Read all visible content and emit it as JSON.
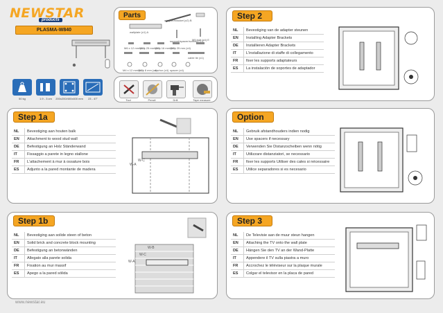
{
  "brand": {
    "name": "NEWSTAR",
    "sub": "products",
    "model": "PLASMA-W840"
  },
  "parts": {
    "title": "Parts",
    "items": [
      "wallplate (x1) A",
      "adapter/bracket (x2) B",
      "cap (x2)",
      "bolt (x4) D",
      "support/spacer/screw(x?) C",
      "M5 bolt (x4) E",
      "M6 x 12 mm (x4)",
      "M6 x 25 mm (x4)",
      "M8 x 16 mm (x4)",
      "M8 x 25 mm (x4)",
      "cable tie (x1)",
      "M4 x 12 mm (x4)",
      "M6 x 8 mm (x4)",
      "anchor (x4)",
      "spacer (x4)",
      "washer (x4)",
      "washer (x4)",
      "screw (x4)"
    ]
  },
  "specs": [
    {
      "icon": "weight-icon",
      "label": "50 kg"
    },
    {
      "icon": "distance-icon",
      "label": "1.9 - 3 cm"
    },
    {
      "icon": "vesa-icon",
      "label": "200x200/400x400 mm"
    },
    {
      "icon": "screen-size-icon",
      "label": "23 - 47\""
    }
  ],
  "tools": [
    {
      "icon": "tool-icon",
      "label": "Tool"
    },
    {
      "icon": "pencil-icon",
      "label": "Pencil"
    },
    {
      "icon": "drill-icon",
      "label": "Drill"
    },
    {
      "icon": "tape-measure-icon",
      "label": "Tape measure"
    }
  ],
  "step2": {
    "title": "Step 2",
    "rows": [
      {
        "code": "NL",
        "text": "Bevestiging van de adapter steunen"
      },
      {
        "code": "EN",
        "text": "Installing Adapter Brackets"
      },
      {
        "code": "DE",
        "text": "Installieren Adapter Brackets"
      },
      {
        "code": "IT",
        "text": "L'installazione di staffe di collegamento"
      },
      {
        "code": "FR",
        "text": "fixer les supports adaptateurs"
      },
      {
        "code": "ES",
        "text": "La instalación de soportes de adaptador"
      }
    ]
  },
  "step1a": {
    "title": "Step 1a",
    "labels": [
      "W-A",
      "W-C"
    ],
    "rows": [
      {
        "code": "NL",
        "text": "Bevestiging aan houten balk"
      },
      {
        "code": "EN",
        "text": "Attachment to wood stud wall"
      },
      {
        "code": "DE",
        "text": "Befestigung an Holz Ständerwand"
      },
      {
        "code": "IT",
        "text": "Fissaggio a parete in legno stallone"
      },
      {
        "code": "FR",
        "text": "L'attachement à mur à ossature bois"
      },
      {
        "code": "ES",
        "text": "Adjunto a la pared montante de madera"
      }
    ]
  },
  "option": {
    "title": "Option",
    "rows": [
      {
        "code": "NL",
        "text": "Gebruik afstandhouders indien nodig"
      },
      {
        "code": "EN",
        "text": "Use spacers if necessary"
      },
      {
        "code": "DE",
        "text": "Verwenden Sie Distanzscheiben wenn nötig"
      },
      {
        "code": "IT",
        "text": "Utilizzare distanziatori, se necessario"
      },
      {
        "code": "FR",
        "text": "fixer les supports Utiliser des cales si nécessaire"
      },
      {
        "code": "ES",
        "text": "Utilice separadores si es necesario"
      }
    ]
  },
  "step1b": {
    "title": "Step 1b",
    "labels": [
      "W-B",
      "W-C",
      "W-A"
    ],
    "rows": [
      {
        "code": "NL",
        "text": "Bevestiging aan solide steen of beton"
      },
      {
        "code": "EN",
        "text": "Solid brick and concrete block mounting"
      },
      {
        "code": "DE",
        "text": "Befestigung an betonwänden"
      },
      {
        "code": "IT",
        "text": "Allegato alla parete solida"
      },
      {
        "code": "FR",
        "text": "Fixation au mur massif"
      },
      {
        "code": "ES",
        "text": "Apego a la pared sólida"
      }
    ]
  },
  "step3": {
    "title": "Step 3",
    "rows": [
      {
        "code": "NL",
        "text": "De Televisie aan de muur steun hangen"
      },
      {
        "code": "EN",
        "text": "Attaching the TV onto the wall plate"
      },
      {
        "code": "DE",
        "text": "Hängen Sie den TV an der Wand-Platte"
      },
      {
        "code": "IT",
        "text": "Appendere il TV sulla piastra a muro"
      },
      {
        "code": "FR",
        "text": "Accrochez le téléviseur sur la plaque murale"
      },
      {
        "code": "ES",
        "text": "Colgar el televisor en la placa de pared"
      }
    ]
  },
  "footer": "www.newstar.eu"
}
